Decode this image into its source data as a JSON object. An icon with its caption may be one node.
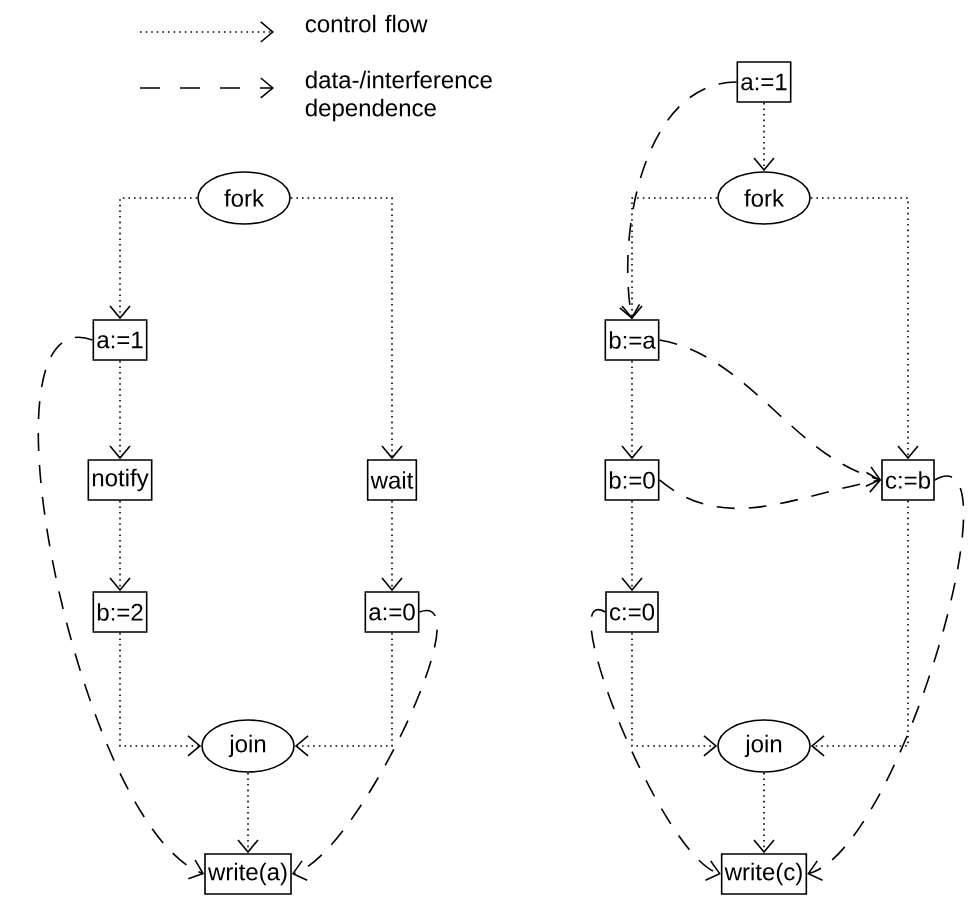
{
  "diagram": {
    "nodes": [
      {
        "text": [
          "fork"
        ]
      },
      {
        "text": [
          "a:=1"
        ]
      },
      {
        "text": [
          "notify"
        ]
      },
      {
        "text": [
          "wait"
        ]
      },
      {
        "text": [
          "b:=2"
        ]
      },
      {
        "text": [
          "a:=0"
        ]
      },
      {
        "text": [
          "join"
        ]
      },
      {
        "text": [
          "write(a)"
        ]
      },
      {
        "text": [
          "a:=1"
        ]
      },
      {
        "text": [
          "fork"
        ]
      },
      {
        "text": [
          "b:=a"
        ]
      },
      {
        "text": [
          "b:=0"
        ]
      },
      {
        "text": [
          "c:=b"
        ]
      },
      {
        "text": [
          "c:=0"
        ]
      },
      {
        "text": [
          "join"
        ]
      },
      {
        "text": [
          "write(c)"
        ]
      }
    ],
    "edges": [
      {
        "from": 0,
        "to": 1,
        "arrow": "to"
      },
      {
        "from": 0,
        "to": 3,
        "arrow": "to"
      },
      {
        "from": 1,
        "to": 2,
        "arrow": "to"
      },
      {
        "from": 2,
        "to": 4,
        "arrow": "to"
      },
      {
        "from": 3,
        "to": 5,
        "arrow": "to"
      },
      {
        "from": 4,
        "to": 6,
        "arrow": "to"
      },
      {
        "from": 5,
        "to": 6,
        "arrow": "to"
      },
      {
        "from": 6,
        "to": 7,
        "arrow": "to"
      },
      {
        "from": 8,
        "to": 9,
        "arrow": "to"
      },
      {
        "from": 9,
        "to": 10,
        "arrow": "to"
      },
      {
        "from": 9,
        "to": 12,
        "arrow": "to"
      },
      {
        "from": 10,
        "to": 11,
        "arrow": "to"
      },
      {
        "from": 11,
        "to": 13,
        "arrow": "to"
      },
      {
        "from": 13,
        "to": 14,
        "arrow": "to"
      },
      {
        "from": 12,
        "to": 14,
        "arrow": "to"
      },
      {
        "from": 14,
        "to": 15,
        "arrow": "to"
      },
      {
        "from": 1,
        "to": 7,
        "arrow": "to",
        "style": "dashed"
      },
      {
        "from": 5,
        "to": 7,
        "arrow": "to",
        "style": "dashed"
      },
      {
        "from": 8,
        "to": 10,
        "arrow": "to",
        "style": "dashed"
      },
      {
        "from": 10,
        "to": 12,
        "arrow": "to",
        "style": "dashed"
      },
      {
        "from": 11,
        "to": 12,
        "arrow": "to",
        "style": "dashed"
      },
      {
        "from": 13,
        "to": 15,
        "arrow": "to",
        "style": "dashed"
      },
      {
        "from": 12,
        "to": 15,
        "arrow": "to",
        "style": "dashed"
      }
    ],
    "legend": [
      {
        "text": "control flow"
      },
      {
        "text": "data-/interference dependence"
      }
    ]
  }
}
